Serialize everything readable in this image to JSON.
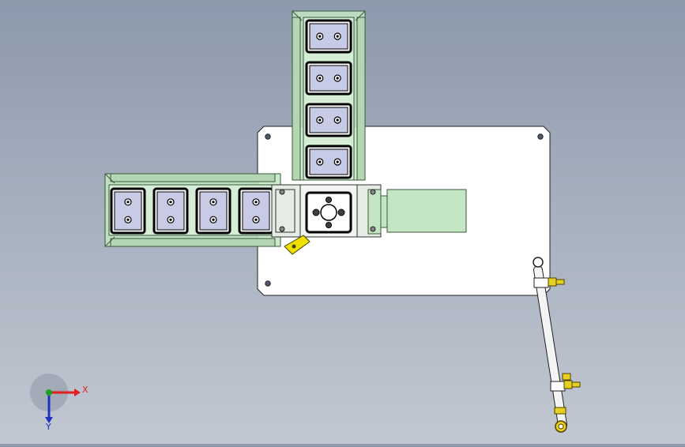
{
  "viewport": {
    "background_top": "#8c99ac",
    "background_bottom": "#c2c8d2"
  },
  "model": {
    "base_plate_color": "#ffffff",
    "conveyor_color": "#c4e6c4",
    "conveyor_edge_color": "#3a5a3a",
    "pad_color": "#c8cbe6",
    "sensor_bracket_color": "#f0e000",
    "fitting_color": "#e8d020",
    "cylinder_rod_color": "#f4f4f4"
  },
  "vertical_conveyor": {
    "pad_count": 4
  },
  "horizontal_conveyor": {
    "pad_count": 4
  },
  "triad": {
    "x_label": "X",
    "y_label": "Y",
    "x_color": "#e02020",
    "y_color": "#2030c0",
    "origin_color": "#20a020",
    "icon": "coordinate-triad-icon"
  }
}
